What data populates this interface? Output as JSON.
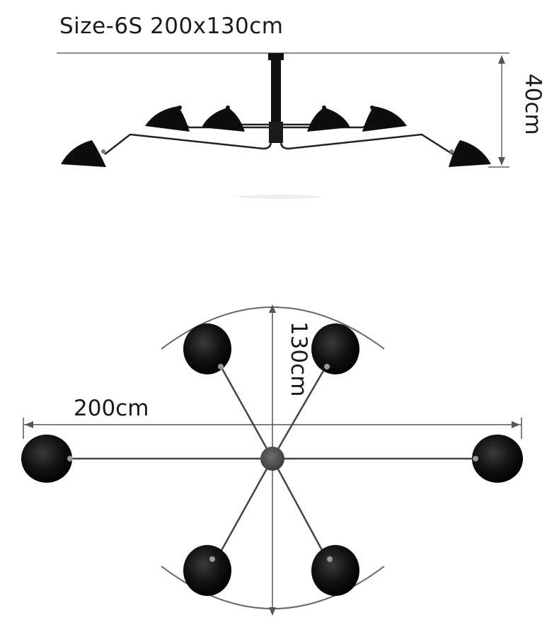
{
  "title": "Size-6S  200x130cm",
  "height_label": "40cm",
  "depth_label": "130cm",
  "width_label": "200cm",
  "colors": {
    "lamp": "#0d0d0d",
    "line": "#444444",
    "hub": "#5a5a5a",
    "text": "#1a1a1a"
  }
}
